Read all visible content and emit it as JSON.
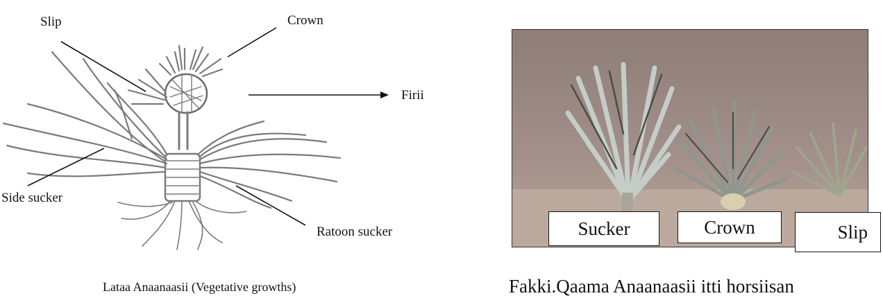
{
  "diagram": {
    "labels": {
      "slip": "Slip",
      "crown": "Crown",
      "fruit": "Firii",
      "side_sucker": "Side sucker",
      "ratoon_sucker": "Ratoon sucker"
    },
    "caption": "Lataa Anaanaasii (Vegetative growths)"
  },
  "photo": {
    "boxes": {
      "sucker": "Sucker",
      "crown": "Crown",
      "slip": "Slip"
    },
    "caption": "Fakki.Qaama Anaanaasii itti horsiisan"
  }
}
